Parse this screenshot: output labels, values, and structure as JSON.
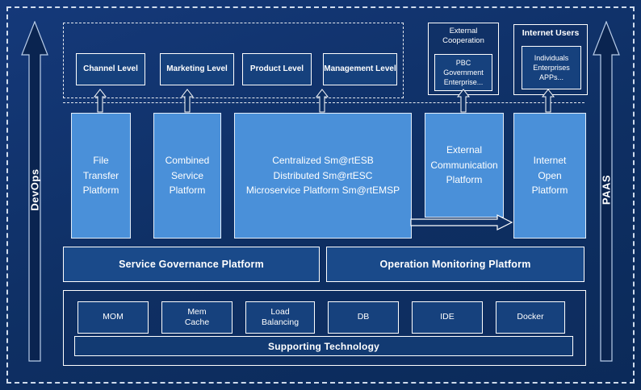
{
  "rails": {
    "left": "DevOps",
    "right": "PAAS"
  },
  "top_levels": {
    "items": [
      {
        "label": "Channel Level"
      },
      {
        "label": "Marketing Level"
      },
      {
        "label": "Product Level"
      },
      {
        "label": "Management Level"
      }
    ]
  },
  "external_cooperation": {
    "title": "External\nCooperation",
    "inner": "PBC Government\nEnterprise..."
  },
  "internet_users": {
    "title": "Internet Users",
    "inner": "Individuals\nEnterprises\nAPPs..."
  },
  "platforms": {
    "file_transfer": "File\nTransfer\nPlatform",
    "combined_service": "Combined\nService\nPlatform",
    "central_esb": "Centralized Sm@rtESB\nDistributed Sm@rtESC\nMicroservice Platform Sm@rtEMSP",
    "external_communication": "External\nCommunication\nPlatform",
    "internet_open": "Internet\nOpen\nPlatform"
  },
  "governance": {
    "service": "Service Governance Platform",
    "operation": "Operation Monitoring Platform"
  },
  "supporting": {
    "items": [
      {
        "label": "MOM"
      },
      {
        "label": "Mem\nCache"
      },
      {
        "label": "Load\nBalancing"
      },
      {
        "label": "DB"
      },
      {
        "label": "IDE"
      },
      {
        "label": "Docker"
      }
    ],
    "bar_label": "Supporting Technology"
  },
  "colors": {
    "background": "#0e2f63",
    "platform_blue": "#4a90d9",
    "box_dark_blue": "#16417d",
    "governance_blue": "#1a4a8a",
    "border_white": "#ffffff"
  }
}
